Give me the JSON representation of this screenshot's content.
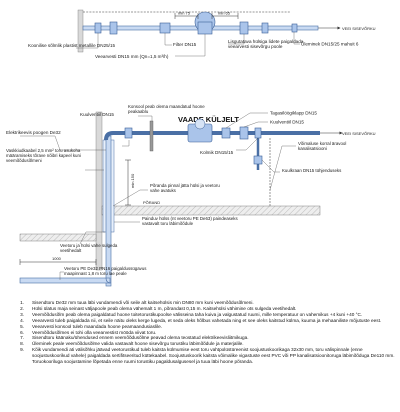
{
  "top": {
    "min75": "min 75",
    "min65": "min 65",
    "to_fixture": "VEEI SISEVÕRKU",
    "labels": {
      "flex_pipe": "Koonilise sõlmlik plastist metallile DN25/15",
      "filter": "Filter DN15",
      "meter": "Veearvesti DN15 mm (Qn=1,5 m³/h)",
      "extra_valve": "Lisgutatava hülsiga lidete paigaldada veearvesti sisevõrgu poole",
      "transition": "Üleminek DN15/25 mahuit 6"
    }
  },
  "bottom": {
    "title": "VAADE KÜLJELT",
    "to_fixture": "VEEI SISEVÕRKU",
    "dim_1000": "1000",
    "dim_150": "min 150",
    "floor_label": "PÕRAND",
    "labels": {
      "conduit": "Elektrikeevis poogen De32",
      "protection": "Vaskkiudkaabel 2,5 mm² toru asukoha määramiseks tõrave nõibri kapeel kuni veemõõdusõlmeni",
      "bracket": "Konsool peab olema maandatud hoone peakaablu",
      "pipe_bracket": "Põranda pinnal jätta hülsi ja veetoru vahe avatuks",
      "sleeve": "Painduv hülss (nt veetoru PE De63) paindeaseks vastavalt toru läbimõõdule",
      "gap": "Veetoru ja hülsi vahe sulgeda veetihedalt",
      "pipe_pe": "Veetoru PE De32 PN16 paigaldussügavus maapinnast 1,8 m toru lae peale",
      "drain_valve": "Tagasilöögiklapp DN15",
      "ball_valve_1": "Kuulventiil DN15",
      "ball_valve_2": "Kuulventiil DN15",
      "elbow": "Kolmik DN15/15",
      "cap_valve": "Kuulkraan DN15 tühjenduseks",
      "possible_wall": "Võimaluse korral äravool kanalisatsiooni"
    }
  },
  "notes": [
    {
      "n": "1.",
      "t": "Sisendtoru De32 mm tuua läbi vundamendi või seile alt kaitsehülsis min DN80 mm kuni veemõõdusõlmeni."
    },
    {
      "n": "2.",
      "t": "Hülsi ülatus maja seinast väljapoole peab olema vähemalt 1 m, põrandast 0,15 m. Kaitsehülsi vähimine ots sulgeda veetihedalt."
    },
    {
      "n": "3.",
      "t": "Veemõõdusõlm peab olema paigaldatud hoone toitetorustikupoolse välisseina taha kuiva ja valgustatud ruumi, mille temperatuur on vahemikus +4 kuni +40 °C."
    },
    {
      "n": "4.",
      "t": "Veearvesti tuleb paigaldada nii, et seile näitu oleks kerge lugeda, et seda oleks hõlbus vahetada ning et see oleks kaitstud külma, kuuma ja mehaaniliste mõjutuste eest."
    },
    {
      "n": "5.",
      "t": "Veearvesti konsool tuleb maandada hoone peamaandusiaslile."
    },
    {
      "n": "6.",
      "t": "Veemõõdusõlmes ei tohi olla veearvestist mööda viivat toru."
    },
    {
      "n": "7.",
      "t": "Sisendtoru käänaku/ühendused ennem veemõõdusõlme peavad olema teostatud elektrikeevisliitmikuga."
    },
    {
      "n": "8.",
      "t": "Üleminek peale veemõõdusõlme valida vastavalt hoone sisevõrgu torustiku läbimõõdule ja materjalile."
    },
    {
      "n": "9.",
      "t": "Kõik vundamendi ati välisõhku jäävad veetorustikud tuleb kaitsta külmumise eest toru vahtpolüstüreenist soojustuskoorikaga 32x30 mm, toru välispinnale (enne soojustuskoorikud vahele) paigaldada sertifitseeritud küttekaabel. Soojustuskoorik kaitsta võimalike vigastuste eest PVC või PP kanalisatsioonitoruga läbimõõduga De110 mm. Toruokooriluga soojustamine lõpetada enne ruumi torustiku pagaldusalgusesel ja tuua läbi hoone põranda."
    }
  ]
}
